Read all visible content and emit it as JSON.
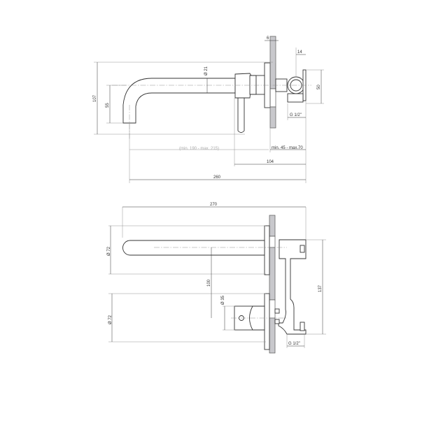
{
  "drawing": {
    "type": "technical-drawing",
    "subject": "wall-mounted basin mixer with spout",
    "line_color": "#333333",
    "wall_color": "#c8c8cc",
    "top_view": {
      "dimensions": {
        "height_total": "107",
        "spout_drop": "55",
        "spout_diameter": "Ø 21",
        "wall_plate_thickness": "6",
        "connector_depth": "14",
        "connector_height": "50",
        "thread": "G 1/2\"",
        "spout_range": "(min. 190 - max. 215)",
        "wall_range": "min. 45 - max.70",
        "body_projection": "104",
        "overall_length": "260"
      }
    },
    "bottom_view": {
      "dimensions": {
        "overall_length": "270",
        "plate_diameter_top": "Ø 72",
        "plate_diameter_bottom": "Ø 72",
        "axis_distance": "100",
        "handle_diameter": "Ø 35",
        "body_height": "137",
        "thread": "G 1/2\""
      }
    }
  }
}
